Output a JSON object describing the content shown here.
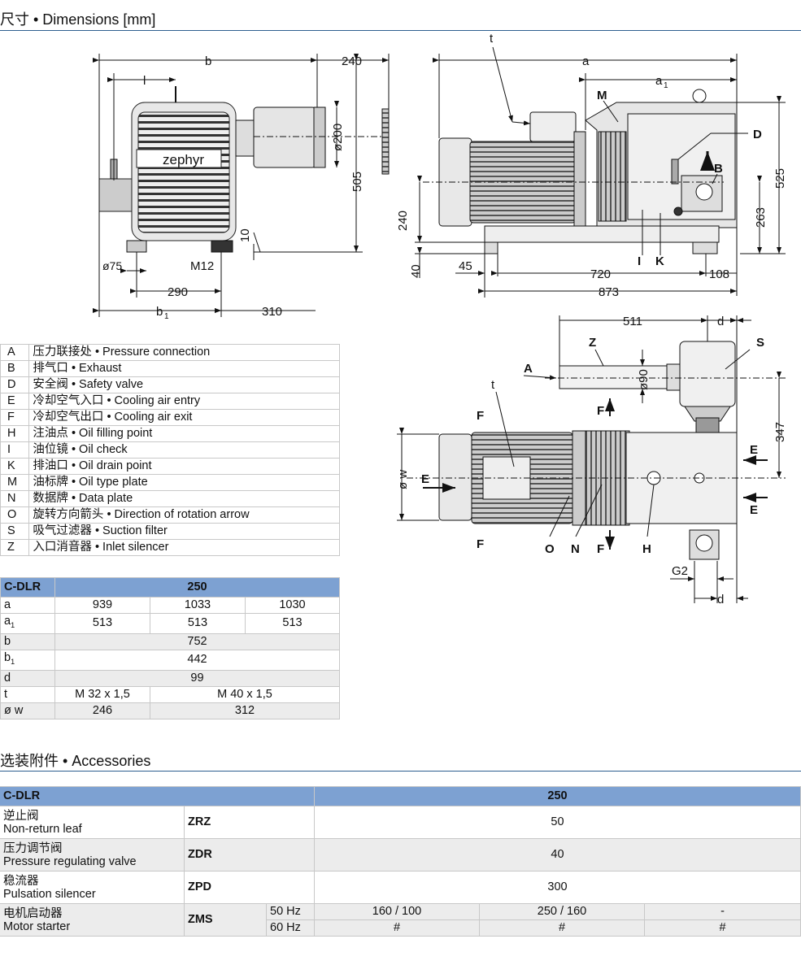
{
  "dimensions": {
    "title": "尺寸 • Dimensions [mm]"
  },
  "drawing": {
    "front_view": {
      "b": "b",
      "l": "l",
      "d240": "240",
      "d200": "ø200",
      "d505": "505",
      "d10": "10",
      "d75": "ø75",
      "m12": "M12",
      "d290": "290",
      "b1": "b",
      "b1_sub": "1",
      "d310": "310",
      "brand": "zephyr"
    },
    "side_view": {
      "t": "t",
      "a": "a",
      "a1": "a",
      "a1_sub": "1",
      "M": "M",
      "D": "D",
      "B": "B",
      "d525": "525",
      "d263": "263",
      "d240": "240",
      "d40": "40",
      "d45": "45",
      "I": "I",
      "K": "K",
      "d720": "720",
      "d108": "108",
      "d873": "873"
    },
    "top_view": {
      "d511": "511",
      "d": "d",
      "Z": "Z",
      "S": "S",
      "A": "A",
      "t": "t",
      "d90": "ø90",
      "F": "F",
      "d347": "347",
      "w": "ø w",
      "E": "E",
      "O": "O",
      "N": "N",
      "H": "H",
      "G2": "G2"
    }
  },
  "legend": [
    {
      "code": "A",
      "text": "压力联接处 • Pressure connection"
    },
    {
      "code": "B",
      "text": "排气口 • Exhaust"
    },
    {
      "code": "D",
      "text": "安全阀 • Safety valve"
    },
    {
      "code": "E",
      "text": "冷却空气入口 • Cooling air entry"
    },
    {
      "code": "F",
      "text": "冷却空气出口 • Cooling air exit"
    },
    {
      "code": "H",
      "text": "注油点 • Oil filling point"
    },
    {
      "code": "I",
      "text": "油位镜 • Oil check"
    },
    {
      "code": "K",
      "text": "排油口 • Oil drain point"
    },
    {
      "code": "M",
      "text": "油标牌 • Oil type plate"
    },
    {
      "code": "N",
      "text": "数据牌 • Data plate"
    },
    {
      "code": "O",
      "text": "旋转方向箭头 • Direction of rotation arrow"
    },
    {
      "code": "S",
      "text": "吸气过滤器 • Suction filter"
    },
    {
      "code": "Z",
      "text": "入口消音器 • Inlet silencer"
    }
  ],
  "dim_table": {
    "model": "C-DLR",
    "size": "250",
    "rows": {
      "a": {
        "label": "a",
        "v1": "939",
        "v2": "1033",
        "v3": "1030"
      },
      "a1": {
        "label": "a",
        "sub": "1",
        "v1": "513",
        "v2": "513",
        "v3": "513"
      },
      "b": {
        "label": "b",
        "v": "752"
      },
      "b1": {
        "label": "b",
        "sub": "1",
        "v": "442"
      },
      "d": {
        "label": "d",
        "v": "99"
      },
      "t": {
        "label": "t",
        "v1": "M 32 x 1,5",
        "v2": "M 40 x 1,5"
      },
      "w": {
        "label": "ø w",
        "v1": "246",
        "v2": "312"
      }
    }
  },
  "accessories": {
    "title": "选装附件 • Accessories",
    "model": "C-DLR",
    "size": "250",
    "rows": [
      {
        "cn": "逆止阀",
        "en": "Non-return leaf",
        "code": "ZRZ",
        "value": "50"
      },
      {
        "cn": "压力调节阀",
        "en": "Pressure regulating valve",
        "code": "ZDR",
        "value": "40"
      },
      {
        "cn": "稳流器",
        "en": "Pulsation silencer",
        "code": "ZPD",
        "value": "300"
      }
    ],
    "starter": {
      "cn": "电机启动器",
      "en": "Motor starter",
      "code": "ZMS",
      "hz50": "50 Hz",
      "hz60": "60 Hz",
      "r50": [
        "160 / 100",
        "250 / 160",
        "-"
      ],
      "r60": [
        "#",
        "#",
        "#"
      ]
    }
  }
}
